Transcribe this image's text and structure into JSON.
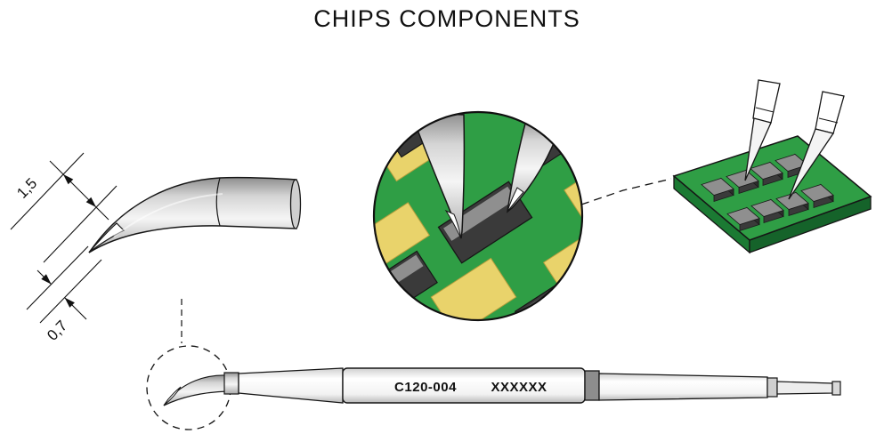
{
  "title": "CHIPS COMPONENTS",
  "dimensions": {
    "tip_width": "1,5",
    "tip_diameter": "0,7"
  },
  "cartridge": {
    "model": "C120-004",
    "serial": "XXXXXX"
  },
  "colors": {
    "pcb_green": "#2f9e45",
    "pcb_green_dark": "#1b7a33",
    "pcb_green_darker": "#15632a",
    "pad_yellow": "#e9d36b",
    "chip_dark": "#3a3a3a",
    "chip_top": "#8f8f8f"
  }
}
